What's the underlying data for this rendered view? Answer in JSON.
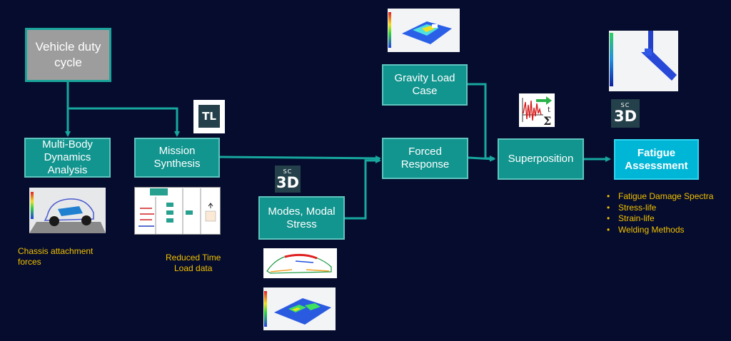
{
  "boxes": {
    "duty_cycle": "Vehicle duty\ncycle",
    "mbd": "Multi-Body\nDynamics\nAnalysis",
    "mission": "Mission\nSynthesis",
    "modes": "Modes, Modal\nStress",
    "gravity": "Gravity Load\nCase",
    "forced": "Forced\nResponse",
    "superposition": "Superposition",
    "fatigue": "Fatigue\nAssessment"
  },
  "captions": {
    "chassis": "Chassis attachment\nforces",
    "reduced": "Reduced Time\nLoad data"
  },
  "fatigue_methods": [
    "Fatigue Damage Spectra",
    "Stress-life",
    "Strain-life",
    "Welding Methods"
  ],
  "logos": {
    "tl": "TL",
    "sc": "SC",
    "three_d": "3D"
  },
  "colors": {
    "background": "#050c2d",
    "box_fill": "#12958f",
    "connector": "#17a79f",
    "caption": "#f2c000",
    "fatigue_fill": "#00b6d6"
  }
}
